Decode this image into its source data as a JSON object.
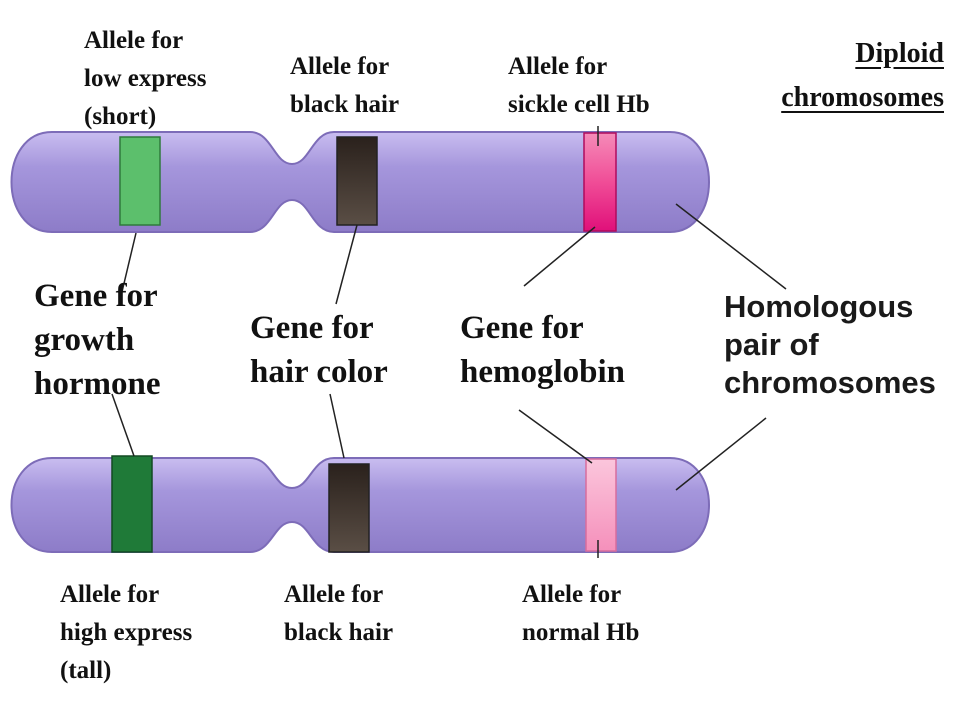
{
  "title": {
    "line1": "Diploid",
    "line2": "chromosomes"
  },
  "top_chromosome": {
    "allele_growth": {
      "line1": "Allele for",
      "line2": "low express",
      "line3": "(short)"
    },
    "allele_hair": {
      "line1": "Allele for",
      "line2": "black hair"
    },
    "allele_hb": {
      "line1": "Allele for",
      "line2": "sickle cell Hb"
    }
  },
  "bottom_chromosome": {
    "allele_growth": {
      "line1": "Allele for",
      "line2": "high express",
      "line3": "(tall)"
    },
    "allele_hair": {
      "line1": "Allele for",
      "line2": "black hair"
    },
    "allele_hb": {
      "line1": "Allele for",
      "line2": "normal Hb"
    }
  },
  "genes": {
    "growth": {
      "line1": "Gene for",
      "line2": "growth",
      "line3": "hormone"
    },
    "hair": {
      "line1": "Gene for",
      "line2": "hair color"
    },
    "hemoglobin": {
      "line1": "Gene for",
      "line2": "hemoglobin"
    }
  },
  "homologous": {
    "line1": "Homologous",
    "line2": "pair of",
    "line3": "chromosomes"
  },
  "colors": {
    "chromosome": "#a99ad8",
    "chromosome_outline": "#7d6cb8",
    "allele_low_express": "#5cbf6c",
    "allele_high_express": "#1f7a38",
    "allele_black_hair": "#3e342d",
    "allele_sickle_hb": "#e8147e",
    "allele_normal_hb": "#f7a8c8"
  }
}
